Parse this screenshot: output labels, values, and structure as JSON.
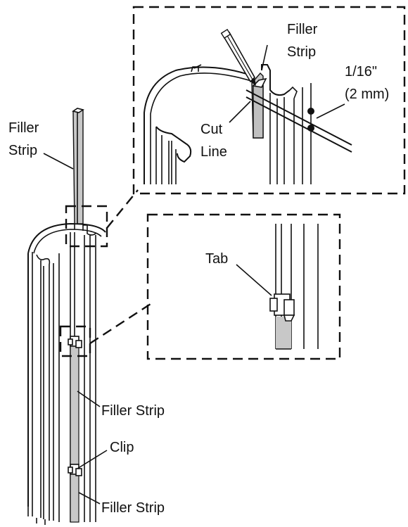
{
  "labels": {
    "filler_strip_top_left_1": "Filler",
    "filler_strip_top_left_2": "Strip",
    "filler_strip_detail_1": "Filler",
    "filler_strip_detail_2": "Strip",
    "gap_imperial": "1/16\"",
    "gap_metric": "(2 mm)",
    "cut_line_1": "Cut",
    "cut_line_2": "Line",
    "tab": "Tab",
    "filler_strip_mid": "Filler Strip",
    "clip": "Clip",
    "filler_strip_bottom": "Filler Strip"
  }
}
